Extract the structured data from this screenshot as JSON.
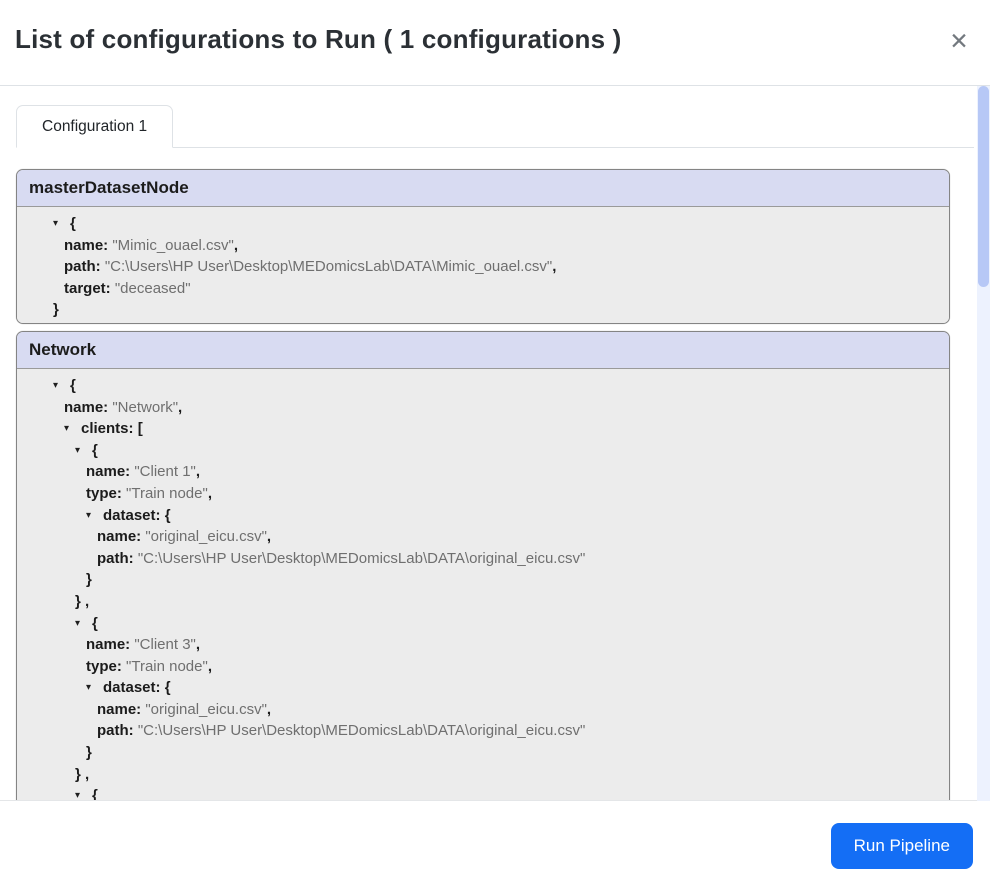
{
  "modal": {
    "title": "List of configurations to Run ( 1 configurations )",
    "close_icon": "✕"
  },
  "tabs": [
    {
      "label": "Configuration 1",
      "active": true
    }
  ],
  "footer": {
    "run_button_label": "Run Pipeline"
  },
  "colors": {
    "accent_blue": "#146ef5",
    "card_header_bg": "#d8dbf2",
    "card_body_bg": "#ececec",
    "card_border": "#848484",
    "json_value_gray": "#6f6f6f",
    "scroll_thumb": "#b7c8f6",
    "scroll_track": "#edf2fe"
  },
  "sections": [
    {
      "title": "masterDatasetNode",
      "lines": [
        {
          "i": 0,
          "a": true,
          "o": "{"
        },
        {
          "i": 1,
          "k": "name",
          "v": "\"Mimic_ouael.csv\"",
          "c": true
        },
        {
          "i": 1,
          "k": "path",
          "v": "\"C:\\Users\\HP User\\Desktop\\MEDomicsLab\\DATA\\Mimic_ouael.csv\"",
          "c": true
        },
        {
          "i": 1,
          "k": "target",
          "v": "\"deceased\""
        },
        {
          "i": 0,
          "o": "}"
        }
      ]
    },
    {
      "title": "Network",
      "lines": [
        {
          "i": 0,
          "a": true,
          "o": "{"
        },
        {
          "i": 1,
          "k": "name",
          "v": "\"Network\"",
          "c": true
        },
        {
          "i": 1,
          "a": true,
          "k": "clients",
          "o": "["
        },
        {
          "i": 2,
          "a": true,
          "o": "{"
        },
        {
          "i": 3,
          "k": "name",
          "v": "\"Client 1\"",
          "c": true
        },
        {
          "i": 3,
          "k": "type",
          "v": "\"Train node\"",
          "c": true
        },
        {
          "i": 3,
          "a": true,
          "k": "dataset",
          "o": "{"
        },
        {
          "i": 4,
          "k": "name",
          "v": "\"original_eicu.csv\"",
          "c": true
        },
        {
          "i": 4,
          "k": "path",
          "v": "\"C:\\Users\\HP User\\Desktop\\MEDomicsLab\\DATA\\original_eicu.csv\""
        },
        {
          "i": 3,
          "o": "}"
        },
        {
          "i": 2,
          "o": "} ,"
        },
        {
          "i": 2,
          "a": true,
          "o": "{"
        },
        {
          "i": 3,
          "k": "name",
          "v": "\"Client 3\"",
          "c": true
        },
        {
          "i": 3,
          "k": "type",
          "v": "\"Train node\"",
          "c": true
        },
        {
          "i": 3,
          "a": true,
          "k": "dataset",
          "o": "{"
        },
        {
          "i": 4,
          "k": "name",
          "v": "\"original_eicu.csv\"",
          "c": true
        },
        {
          "i": 4,
          "k": "path",
          "v": "\"C:\\Users\\HP User\\Desktop\\MEDomicsLab\\DATA\\original_eicu.csv\""
        },
        {
          "i": 3,
          "o": "}"
        },
        {
          "i": 2,
          "o": "} ,"
        },
        {
          "i": 2,
          "a": true,
          "o": "{"
        }
      ]
    }
  ]
}
